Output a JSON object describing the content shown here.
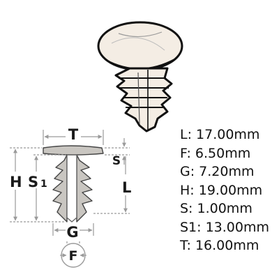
{
  "dimension_labels": {
    "T": "T",
    "S": "S",
    "H": "H",
    "S1_main": "S",
    "S1_sub": "1",
    "L": "L",
    "G": "G",
    "F": "F"
  },
  "specs": [
    {
      "label": "L: 17.00mm"
    },
    {
      "label": "F: 6.50mm"
    },
    {
      "label": "G: 7.20mm"
    },
    {
      "label": "H: 19.00mm"
    },
    {
      "label": "S: 1.00mm"
    },
    {
      "label": "S1: 13.00mm"
    },
    {
      "label": "T: 16.00mm"
    }
  ],
  "colors": {
    "part_fill": "#f4ede4",
    "diagram_fill": "#c9c6c1",
    "dimension_line": "#9a9a9a",
    "text": "#111111"
  }
}
